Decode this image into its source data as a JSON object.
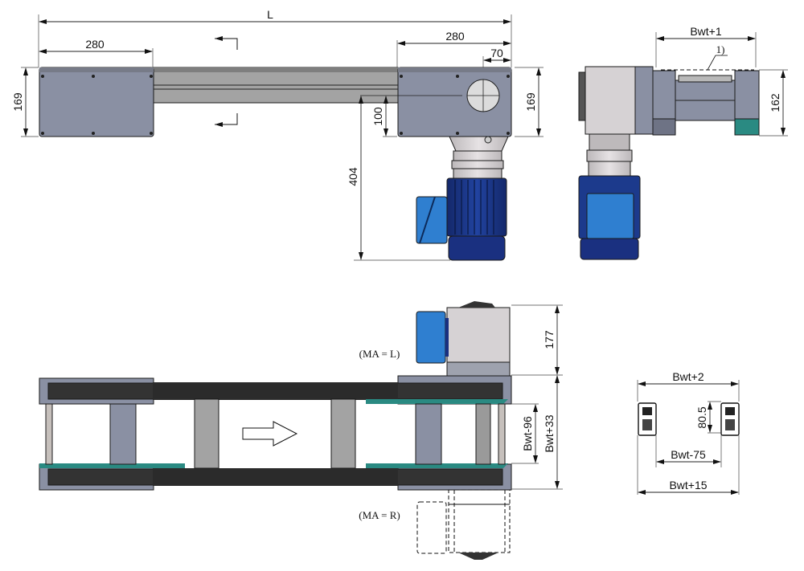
{
  "drawing": {
    "type": "conveyor-technical-drawing",
    "colors": {
      "plate": "#8a90a3",
      "rail_grey": "#a3a3a3",
      "motor_blue": "#1c3a8c",
      "terminal_box_blue": "#2f7fd0",
      "gearbox_light": "#d6d2d4",
      "belt_dark": "#333333",
      "teal_guide": "#2a8a82",
      "dimension_line": "#222222"
    }
  },
  "front_view": {
    "overall_length_label": "L",
    "left_plate_width": "280",
    "right_plate_width": "280",
    "shaft_offset": "70",
    "left_height": "169",
    "right_height": "169",
    "shaft_height": "100",
    "motor_drop": "404"
  },
  "side_view": {
    "width_label": "Bwt+1",
    "note_callout": "1)",
    "height": "162"
  },
  "top_view": {
    "motor_left_label": "(MA = L)",
    "motor_right_label": "(MA = R)",
    "motor_height": "177",
    "inner_width": "Bwt-96",
    "outer_width": "Bwt+33",
    "flow_direction": "arrow-right"
  },
  "profile_section": {
    "top_width": "Bwt+2",
    "profile_height": "80.5",
    "inner_width": "Bwt-75",
    "outer_width": "Bwt+15"
  }
}
